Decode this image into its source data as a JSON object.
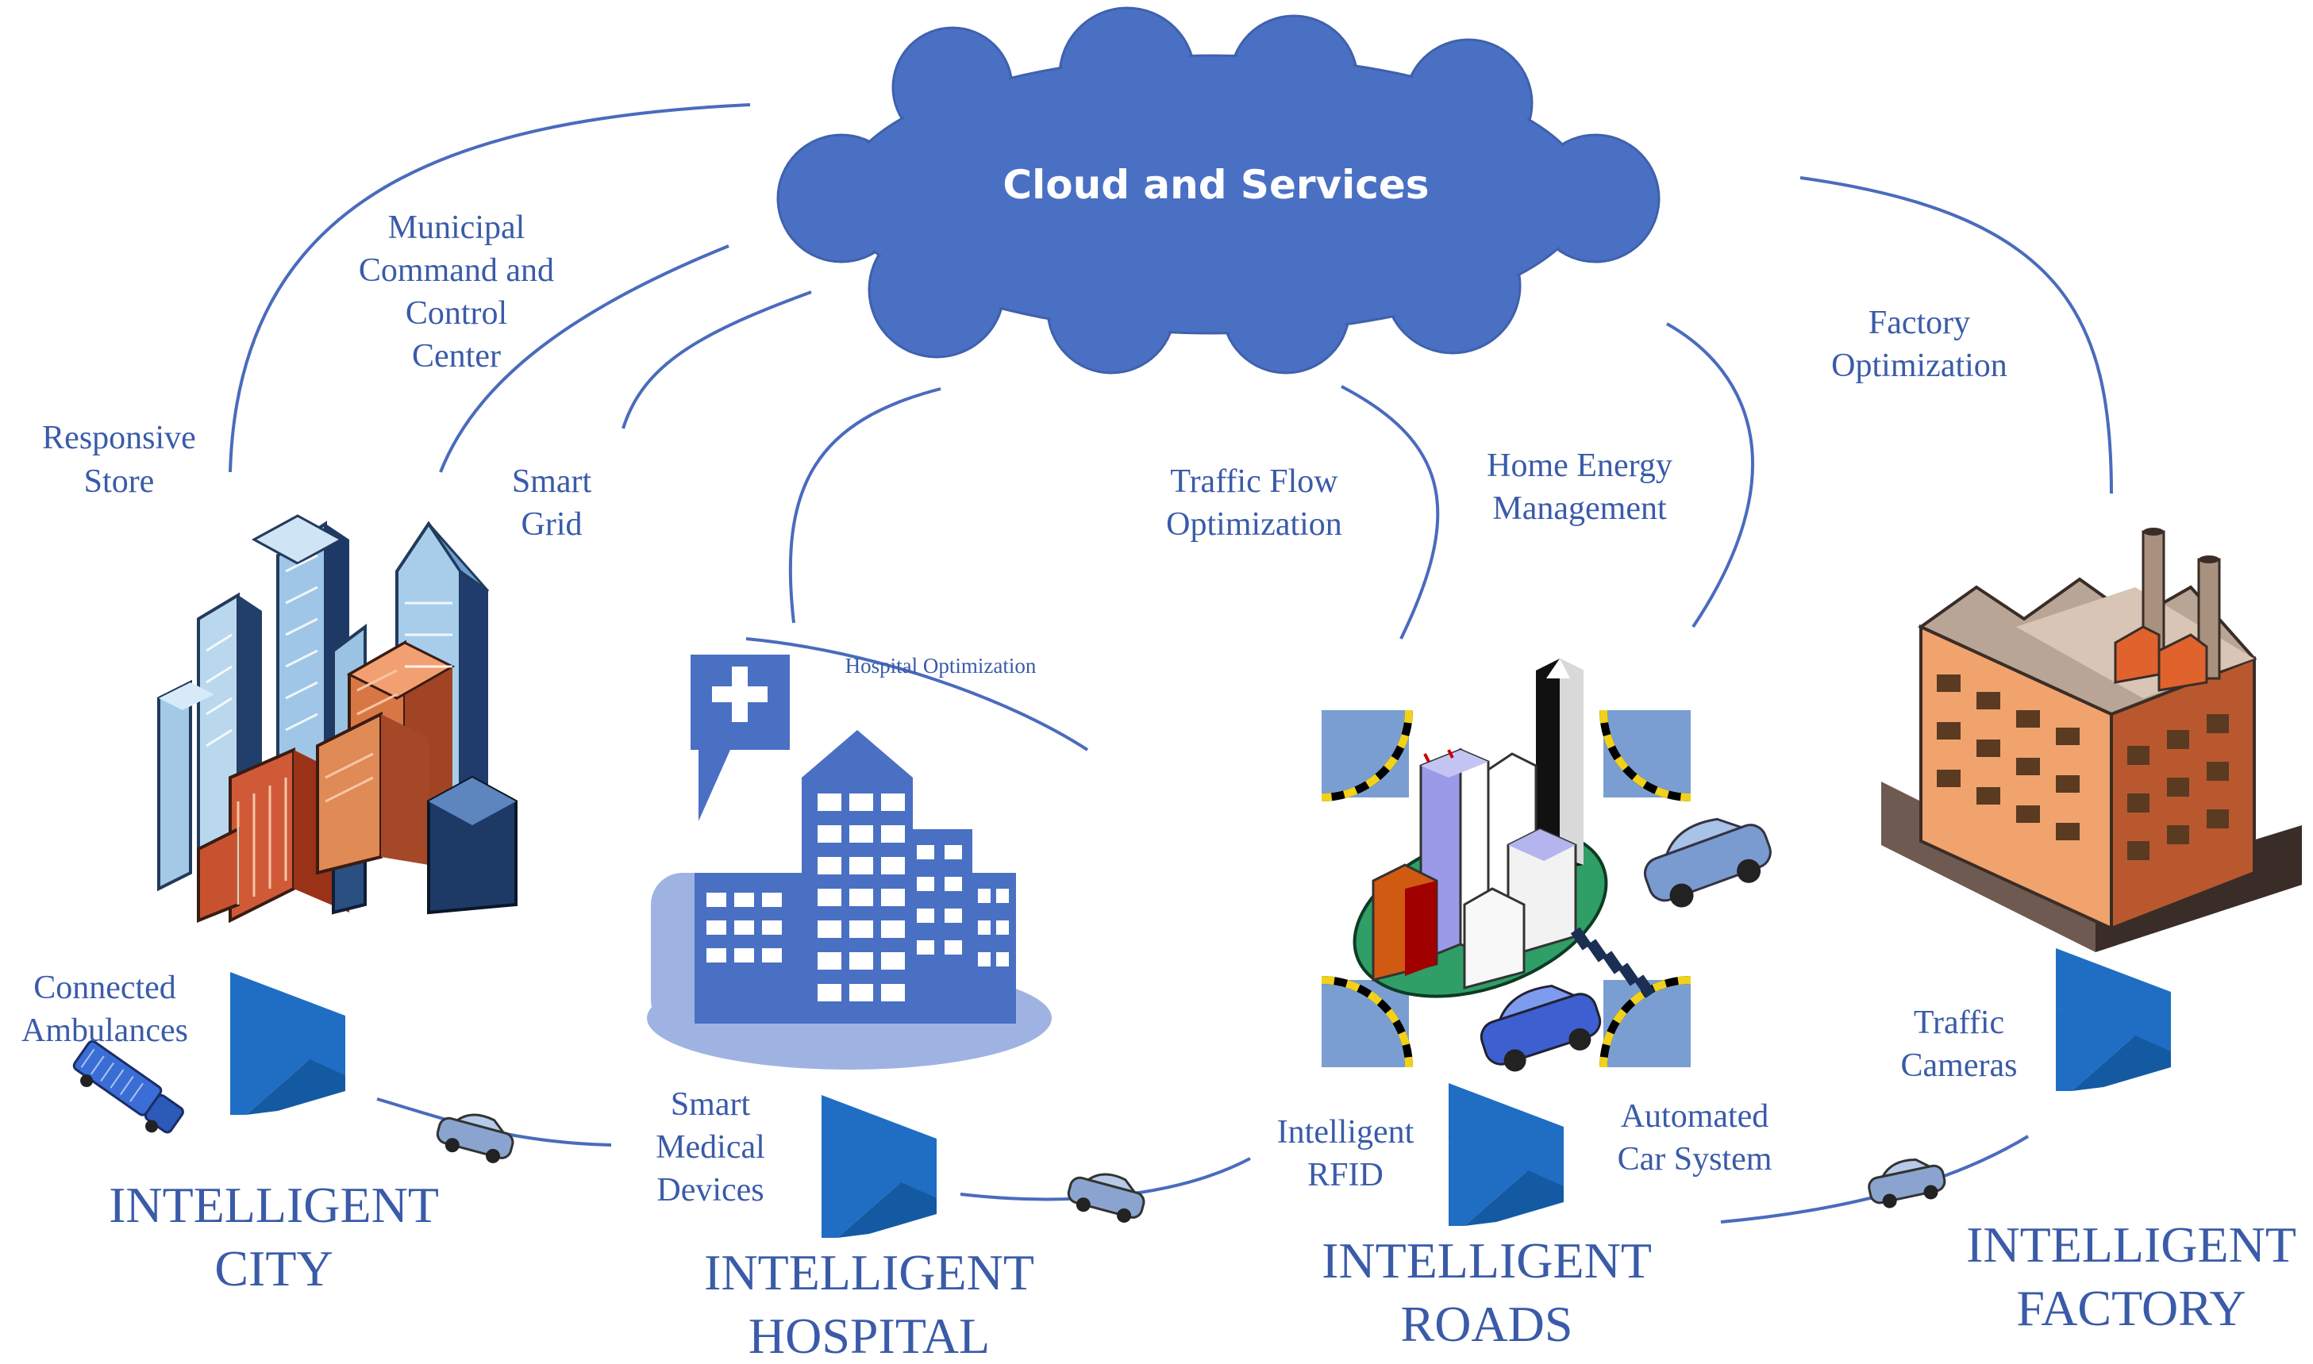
{
  "cloud": {
    "title": "Cloud and Services",
    "fill": "#4a70c4",
    "text_color": "#ffffff"
  },
  "labels": {
    "responsive_store": [
      "Responsive",
      "Store"
    ],
    "municipal": [
      "Municipal",
      "Command and",
      "Control",
      "Center"
    ],
    "smart_grid": [
      "Smart",
      "Grid"
    ],
    "hospital_optimization": "Hospital Optimization",
    "traffic_flow": [
      "Traffic Flow",
      "Optimization"
    ],
    "home_energy": [
      "Home Energy",
      "Management"
    ],
    "factory_optimization": [
      "Factory",
      "Optimization"
    ],
    "connected_ambulances": [
      "Connected",
      "Ambulances"
    ],
    "smart_medical": [
      "Smart",
      "Medical",
      "Devices"
    ],
    "intelligent_rfid": [
      "Intelligent",
      "RFID"
    ],
    "automated_car": [
      "Automated",
      "Car System"
    ],
    "traffic_cameras": [
      "Traffic",
      "Cameras"
    ]
  },
  "domains": {
    "city": [
      "INTELLIGENT",
      "CITY"
    ],
    "hospital": [
      "INTELLIGENT",
      "HOSPITAL"
    ],
    "roads": [
      "INTELLIGENT",
      "ROADS"
    ],
    "factory": [
      "INTELLIGENT",
      "FACTORY"
    ]
  },
  "icons": {
    "city": "city-skyline-icon",
    "hospital": "hospital-building-icon",
    "roads": "intersection-icon",
    "factory": "factory-icon",
    "camera": "traffic-camera-icon",
    "car": "car-icon",
    "ambulance": "ambulance-icon"
  },
  "colors": {
    "label_text": "#3a5ba8",
    "link_line": "#4a6bbd",
    "camera_blue": "#1f6ec4",
    "hospital_blue": "#4a70c4"
  }
}
